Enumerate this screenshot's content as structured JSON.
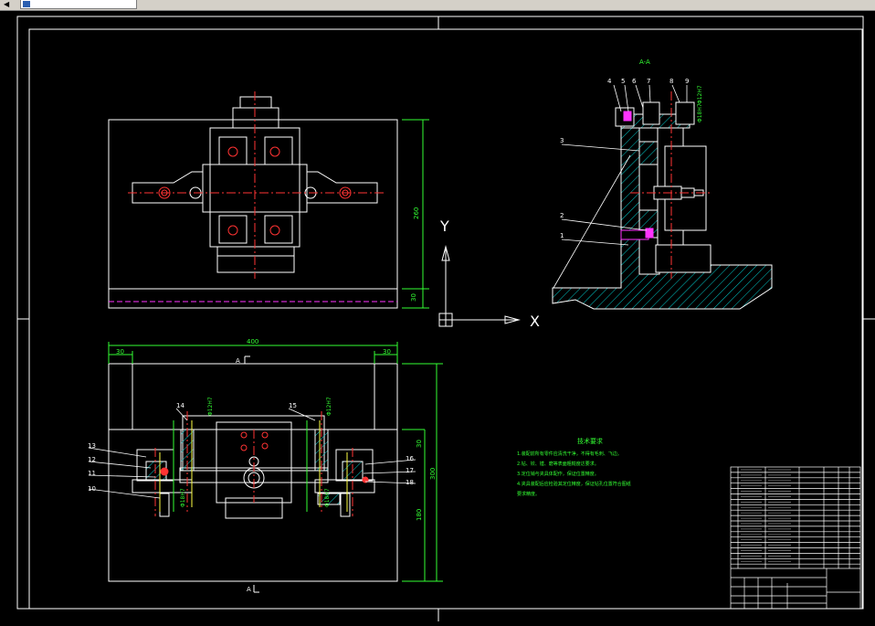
{
  "window": {
    "tab_label": ""
  },
  "section_label": "A-A",
  "view_marks": {
    "a_top": "A",
    "a_bottom": "A"
  },
  "ucs": {
    "x": "X",
    "y": "Y"
  },
  "dims": {
    "top_height": "260",
    "top_base": "30",
    "front_width": "400",
    "front_left": "30",
    "front_right": "30",
    "front_height": "300",
    "front_top": "30",
    "front_lower": "180",
    "hole_left": "Φ12H7",
    "hole_right": "Φ12H7",
    "bushing_left": "Φ18H7",
    "bushing_right": "Φ18H7",
    "side_dim_1": "Φ12H7",
    "side_dim_2": "Φ18H7"
  },
  "part_labels_side": [
    "4",
    "5",
    "6",
    "7",
    "8",
    "9",
    "3",
    "2",
    "1"
  ],
  "part_labels_front": [
    "14",
    "15",
    "13",
    "12",
    "11",
    "10",
    "16",
    "17",
    "18"
  ],
  "tech_requirements": {
    "title": "技术要求",
    "lines": [
      "1.装配前所有零件应清洗干净，不得有毛刺、飞边。",
      "2.钻、铰、镗、磨等表面粗糙度达要求。",
      "3.定位销与夹具体配作，保证位置精度。",
      "4.夹具装配后应检验其定位精度，保证钻孔位置符合图纸",
      "要求精度。"
    ]
  },
  "colors": {
    "line_white": "#ffffff",
    "center_red": "#ff3333",
    "dim_green": "#33ff33",
    "hatch_cyan": "#00c8c8",
    "magenta": "#ff33ff",
    "yellow": "#ffff44",
    "text_green": "#33ff33"
  }
}
